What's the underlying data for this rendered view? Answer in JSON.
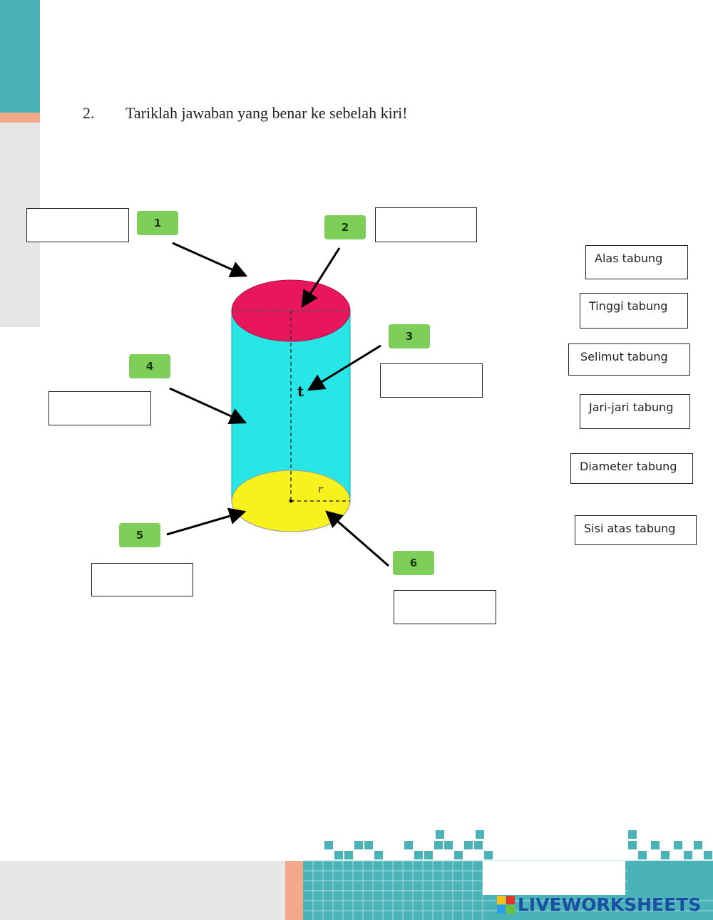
{
  "question": {
    "number": "2.",
    "text": "Tariklah jawaban yang benar ke sebelah kiri!"
  },
  "badges": [
    "1",
    "2",
    "3",
    "4",
    "5",
    "6"
  ],
  "diagram": {
    "height_label": "t",
    "radius_label": "r"
  },
  "options": [
    "Alas tabung",
    "Tinggi tabung",
    "Selimut tabung",
    "Jari-jari tabung",
    "Diameter tabung",
    "Sisi atas tabung"
  ],
  "colors": {
    "accent_teal": "#49b3b8",
    "accent_orange": "#f4a98a",
    "side_gray": "#e6e6e6",
    "top_ellipse": "#e8175d",
    "body": "#28e6e6",
    "bottom_ellipse": "#f7f21e",
    "badge_green": "#7dcf5a"
  },
  "brand": {
    "name": "LIVEWORKSHEETS"
  }
}
